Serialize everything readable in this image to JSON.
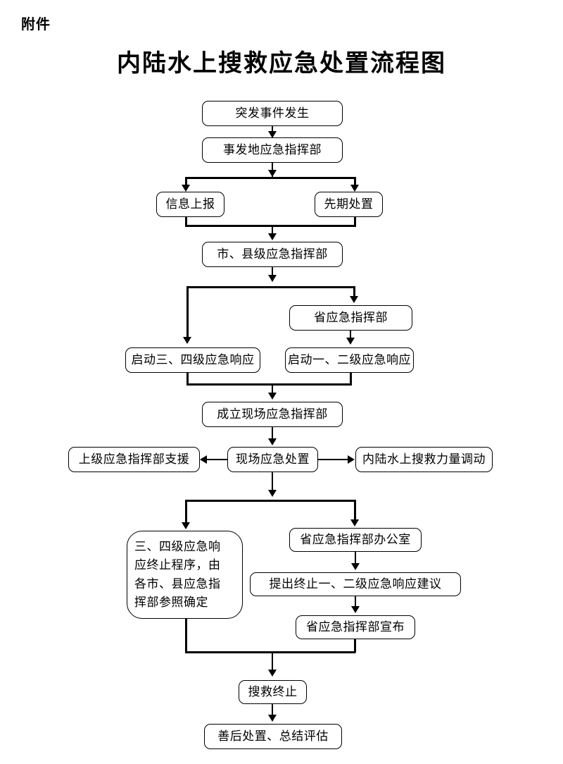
{
  "document": {
    "attachment_label": "附件",
    "title": "内陆水上搜救应急处置流程图"
  },
  "flowchart": {
    "nodes": [
      {
        "id": "incident",
        "label": "突发事件发生"
      },
      {
        "id": "local-command",
        "label": "事发地应急指挥部"
      },
      {
        "id": "report-info",
        "label": "信息上报"
      },
      {
        "id": "initial-response",
        "label": "先期处置"
      },
      {
        "id": "city-county-command",
        "label": "市、县级应急指挥部"
      },
      {
        "id": "province-command",
        "label": "省应急指挥部"
      },
      {
        "id": "level34-response",
        "label": "启动三、四级应急响应"
      },
      {
        "id": "level12-response",
        "label": "启动一、二级应急响应"
      },
      {
        "id": "onsite-command",
        "label": "成立现场应急指挥部"
      },
      {
        "id": "upper-support",
        "label": "上级应急指挥部支援"
      },
      {
        "id": "onsite-handling",
        "label": "现场应急处置"
      },
      {
        "id": "force-mobilization",
        "label": "内陆水上搜救力量调动"
      },
      {
        "id": "level34-termination",
        "label": "三、四级应急响\n应终止程序，由\n各市、县应急指\n挥部参照确定"
      },
      {
        "id": "province-office",
        "label": "省应急指挥部办公室"
      },
      {
        "id": "termination-proposal",
        "label": "提出终止一、二级应急响应建议"
      },
      {
        "id": "province-announce",
        "label": "省应急指挥部宣布"
      },
      {
        "id": "sar-termination",
        "label": "搜救终止"
      },
      {
        "id": "aftermath",
        "label": "善后处置、总结评估"
      }
    ]
  },
  "colors": {
    "ink": "#000000",
    "paper": "#ffffff"
  }
}
